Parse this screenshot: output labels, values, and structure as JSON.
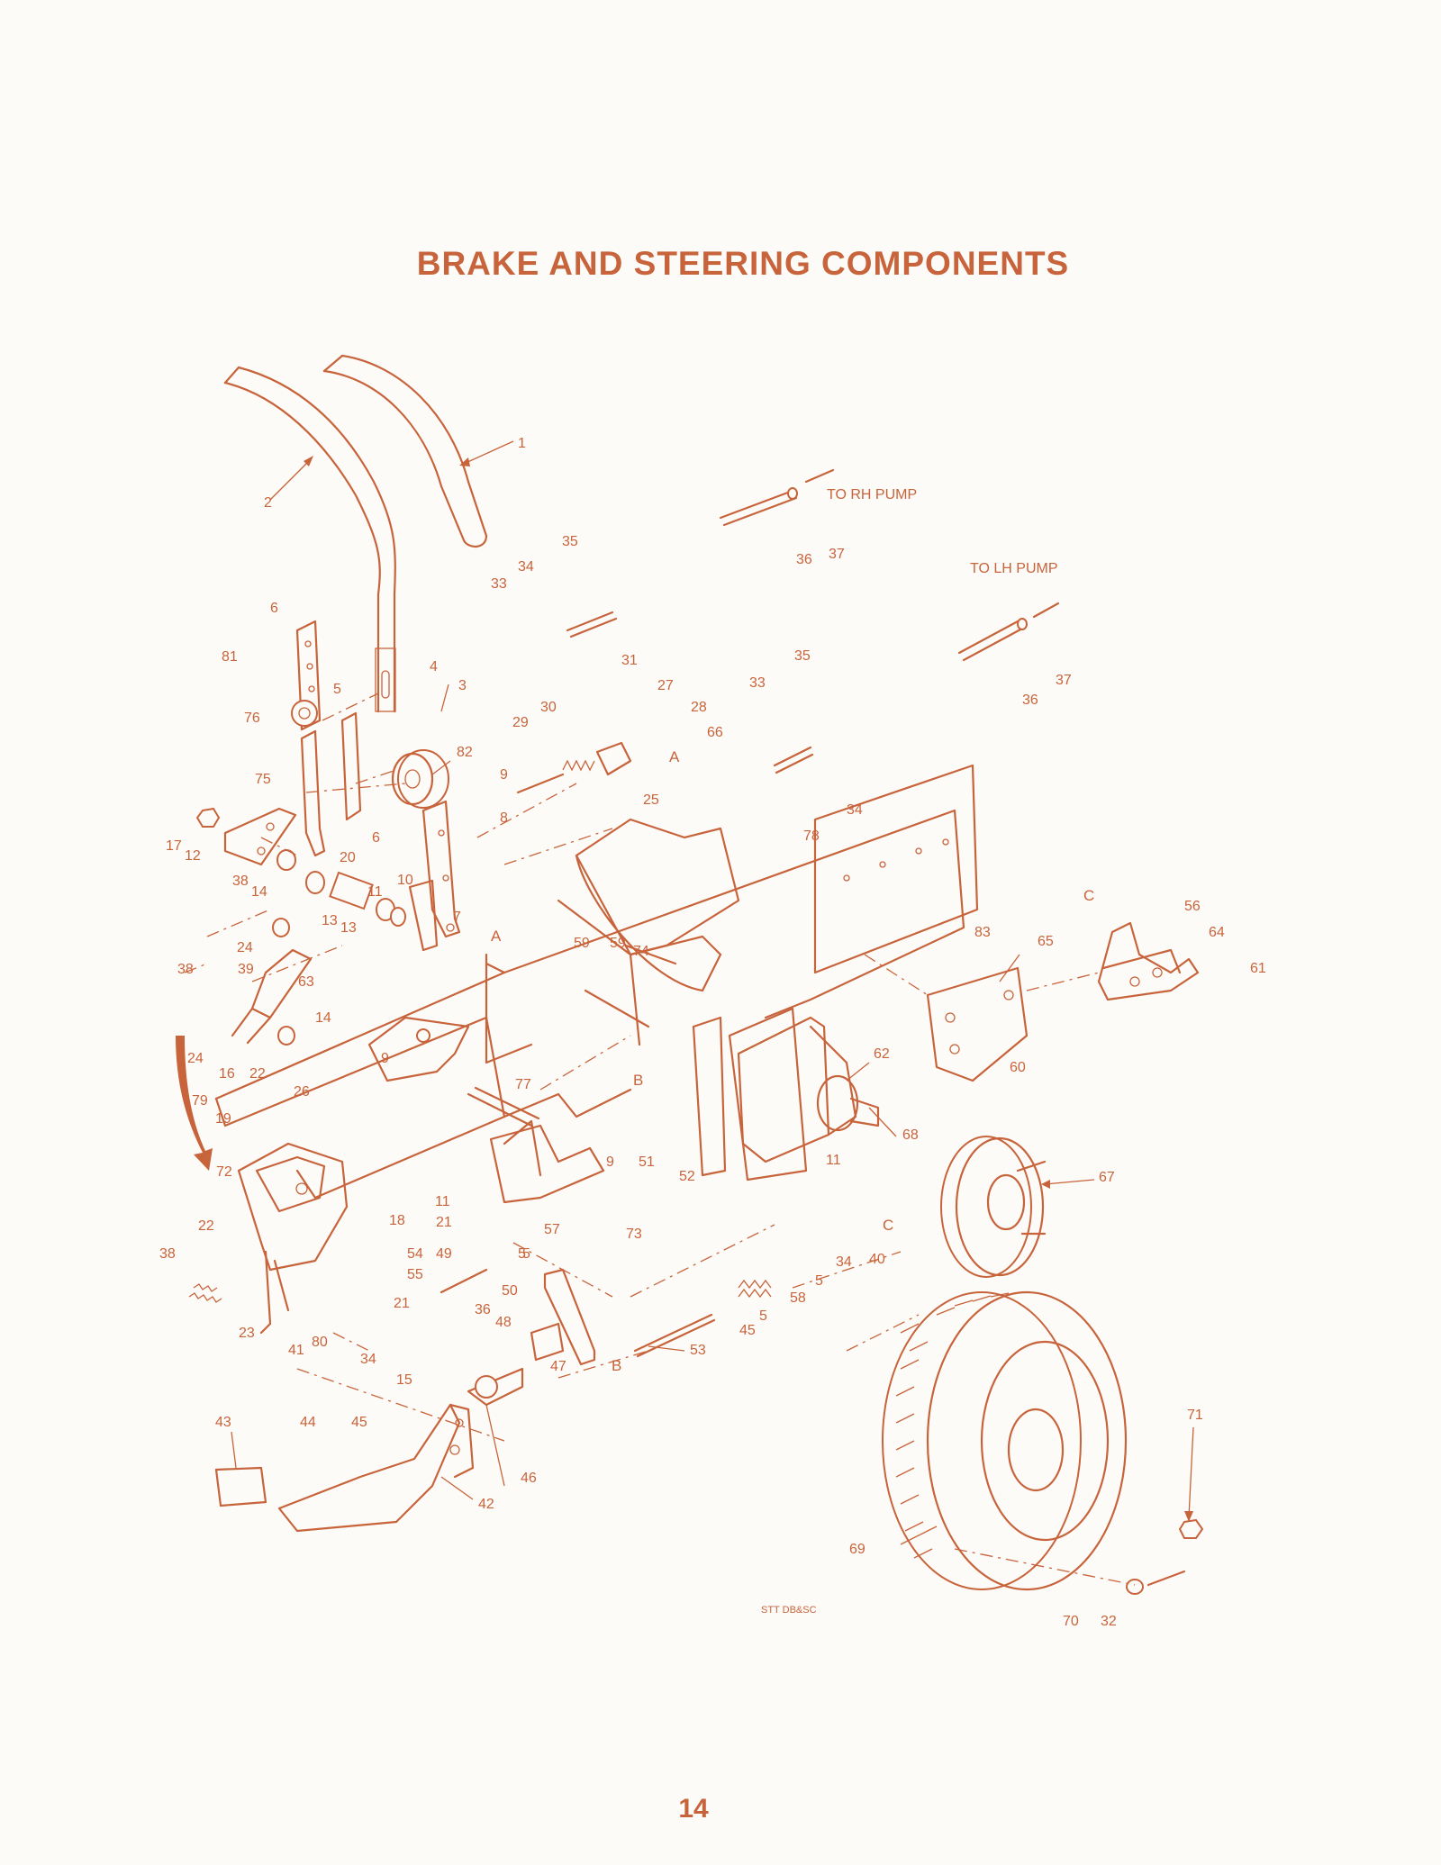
{
  "title": "BRAKE  AND  STEERING  COMPONENTS",
  "page_number": "14",
  "code": "STT DB&SC",
  "notes": {
    "rh_pump": "TO RH PUMP",
    "lh_pump": "TO LH PUMP"
  },
  "callouts": [
    {
      "id": "c1",
      "text": "1"
    },
    {
      "id": "c2",
      "text": "2"
    },
    {
      "id": "c3",
      "text": "3"
    },
    {
      "id": "c4",
      "text": "4"
    },
    {
      "id": "c5",
      "text": "5"
    },
    {
      "id": "c6a",
      "text": "6"
    },
    {
      "id": "c6b",
      "text": "6"
    },
    {
      "id": "c7",
      "text": "7"
    },
    {
      "id": "c8",
      "text": "8"
    },
    {
      "id": "c9a",
      "text": "9"
    },
    {
      "id": "c9b",
      "text": "9"
    },
    {
      "id": "c9c",
      "text": "9"
    },
    {
      "id": "c10",
      "text": "10"
    },
    {
      "id": "c11a",
      "text": "11"
    },
    {
      "id": "c11b",
      "text": "11"
    },
    {
      "id": "c11c",
      "text": "11"
    },
    {
      "id": "c12",
      "text": "12"
    },
    {
      "id": "c13a",
      "text": "13"
    },
    {
      "id": "c13b",
      "text": "13"
    },
    {
      "id": "c14a",
      "text": "14"
    },
    {
      "id": "c14b",
      "text": "14"
    },
    {
      "id": "c15",
      "text": "15"
    },
    {
      "id": "c16",
      "text": "16"
    },
    {
      "id": "c17",
      "text": "17"
    },
    {
      "id": "c18",
      "text": "18"
    },
    {
      "id": "c19",
      "text": "19"
    },
    {
      "id": "c20",
      "text": "20"
    },
    {
      "id": "c21a",
      "text": "21"
    },
    {
      "id": "c21b",
      "text": "21"
    },
    {
      "id": "c22a",
      "text": "22"
    },
    {
      "id": "c22b",
      "text": "22"
    },
    {
      "id": "c23",
      "text": "23"
    },
    {
      "id": "c24a",
      "text": "24"
    },
    {
      "id": "c24b",
      "text": "24"
    },
    {
      "id": "c25",
      "text": "25"
    },
    {
      "id": "c26",
      "text": "26"
    },
    {
      "id": "c27",
      "text": "27"
    },
    {
      "id": "c28",
      "text": "28"
    },
    {
      "id": "c29",
      "text": "29"
    },
    {
      "id": "c30",
      "text": "30"
    },
    {
      "id": "c31",
      "text": "31"
    },
    {
      "id": "c32",
      "text": "32"
    },
    {
      "id": "c33a",
      "text": "33"
    },
    {
      "id": "c33b",
      "text": "33"
    },
    {
      "id": "c34a",
      "text": "34"
    },
    {
      "id": "c34b",
      "text": "34"
    },
    {
      "id": "c34c",
      "text": "34"
    },
    {
      "id": "c34d",
      "text": "34"
    },
    {
      "id": "c35a",
      "text": "35"
    },
    {
      "id": "c35b",
      "text": "35"
    },
    {
      "id": "c36a",
      "text": "36"
    },
    {
      "id": "c36b",
      "text": "36"
    },
    {
      "id": "c36c",
      "text": "36"
    },
    {
      "id": "c37a",
      "text": "37"
    },
    {
      "id": "c37b",
      "text": "37"
    },
    {
      "id": "c38a",
      "text": "38"
    },
    {
      "id": "c38b",
      "text": "38"
    },
    {
      "id": "c38c",
      "text": "38"
    },
    {
      "id": "c39",
      "text": "39"
    },
    {
      "id": "c40",
      "text": "40"
    },
    {
      "id": "c41",
      "text": "41"
    },
    {
      "id": "c42",
      "text": "42"
    },
    {
      "id": "c43",
      "text": "43"
    },
    {
      "id": "c44",
      "text": "44"
    },
    {
      "id": "c45a",
      "text": "45"
    },
    {
      "id": "c45b",
      "text": "45"
    },
    {
      "id": "c46",
      "text": "46"
    },
    {
      "id": "c47",
      "text": "47"
    },
    {
      "id": "c48",
      "text": "48"
    },
    {
      "id": "c49",
      "text": "49"
    },
    {
      "id": "c50",
      "text": "50"
    },
    {
      "id": "c51",
      "text": "51"
    },
    {
      "id": "c52",
      "text": "52"
    },
    {
      "id": "c53",
      "text": "53"
    },
    {
      "id": "c54",
      "text": "54"
    },
    {
      "id": "c55",
      "text": "55"
    },
    {
      "id": "c56",
      "text": "56"
    },
    {
      "id": "c57",
      "text": "57"
    },
    {
      "id": "c58",
      "text": "58"
    },
    {
      "id": "c59a",
      "text": "59"
    },
    {
      "id": "c59b",
      "text": "59"
    },
    {
      "id": "c60",
      "text": "60"
    },
    {
      "id": "c61",
      "text": "61"
    },
    {
      "id": "c62",
      "text": "62"
    },
    {
      "id": "c63",
      "text": "63"
    },
    {
      "id": "c64",
      "text": "64"
    },
    {
      "id": "c65",
      "text": "65"
    },
    {
      "id": "c66",
      "text": "66"
    },
    {
      "id": "c67",
      "text": "67"
    },
    {
      "id": "c68",
      "text": "68"
    },
    {
      "id": "c69",
      "text": "69"
    },
    {
      "id": "c70",
      "text": "70"
    },
    {
      "id": "c71",
      "text": "71"
    },
    {
      "id": "c72",
      "text": "72"
    },
    {
      "id": "c73",
      "text": "73"
    },
    {
      "id": "c74",
      "text": "74"
    },
    {
      "id": "c75",
      "text": "75"
    },
    {
      "id": "c76",
      "text": "76"
    },
    {
      "id": "c77",
      "text": "77"
    },
    {
      "id": "c78",
      "text": "78"
    },
    {
      "id": "c79",
      "text": "79"
    },
    {
      "id": "c80",
      "text": "80"
    },
    {
      "id": "c81",
      "text": "81"
    },
    {
      "id": "c82",
      "text": "82"
    },
    {
      "id": "c83",
      "text": "83"
    },
    {
      "id": "c5b",
      "text": "5"
    },
    {
      "id": "c5c",
      "text": "5"
    },
    {
      "id": "c5d",
      "text": "5"
    },
    {
      "id": "c5e",
      "text": "5"
    }
  ],
  "refs": {
    "A1": "A",
    "A2": "A",
    "B1": "B",
    "B2": "B",
    "C1": "C",
    "C2": "C"
  },
  "colors": {
    "ink": "#c8643c",
    "paper": "#fcfbf7"
  }
}
